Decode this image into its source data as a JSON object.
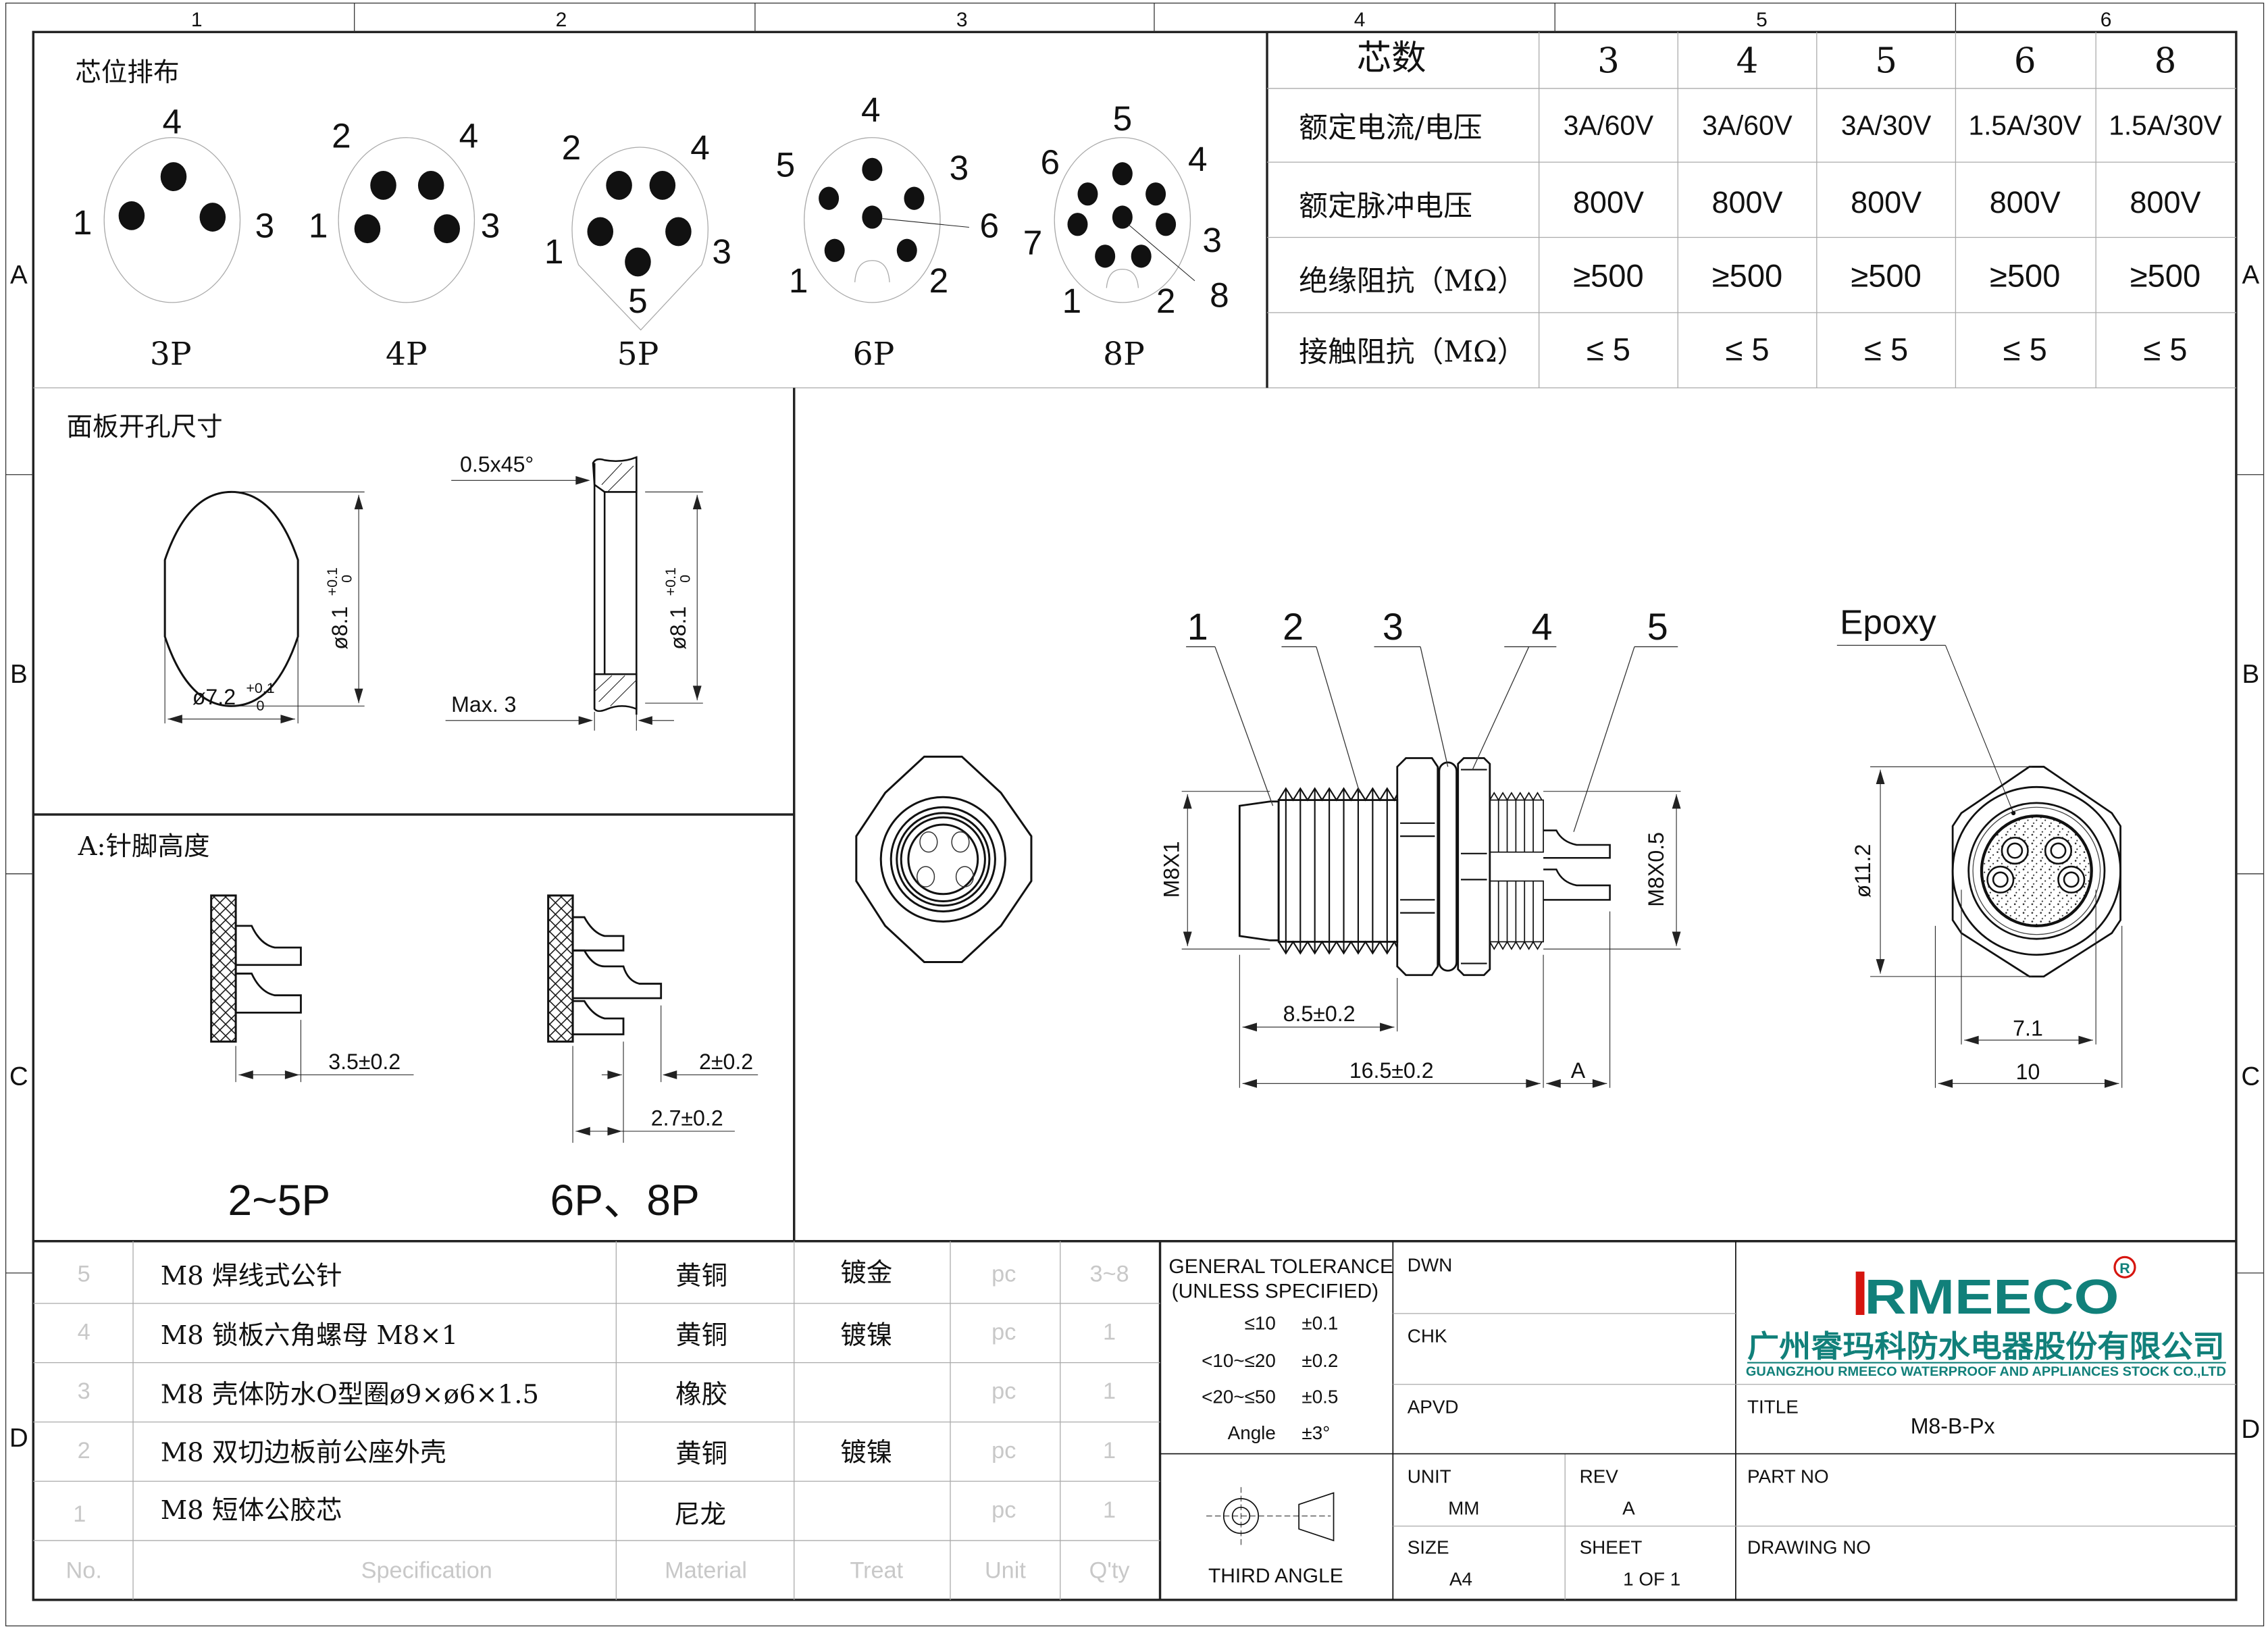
{
  "border": {
    "columns": [
      "1",
      "2",
      "3",
      "4",
      "5",
      "6"
    ],
    "rows": [
      "A",
      "B",
      "C",
      "D"
    ]
  },
  "pinout": {
    "title": "芯位排布",
    "layouts": [
      {
        "label": "3P",
        "pins": [
          "4",
          "1",
          "3"
        ]
      },
      {
        "label": "4P",
        "pins": [
          "2",
          "4",
          "1",
          "3"
        ]
      },
      {
        "label": "5P",
        "pins": [
          "2",
          "4",
          "1",
          "3",
          "5"
        ]
      },
      {
        "label": "6P",
        "pins": [
          "4",
          "5",
          "3",
          "6",
          "1",
          "2"
        ]
      },
      {
        "label": "8P",
        "pins": [
          "5",
          "6",
          "4",
          "7",
          "3",
          "8",
          "1",
          "2"
        ]
      }
    ]
  },
  "spec_table": {
    "header_label": "芯数",
    "columns": [
      "3",
      "4",
      "5",
      "6",
      "8"
    ],
    "rows": [
      {
        "label": "额定电流/电压",
        "values": [
          "3A/60V",
          "3A/60V",
          "3A/30V",
          "1.5A/30V",
          "1.5A/30V"
        ]
      },
      {
        "label": "额定脉冲电压",
        "values": [
          "800V",
          "800V",
          "800V",
          "800V",
          "800V"
        ]
      },
      {
        "label": "绝缘阻抗（MΩ）",
        "values": [
          "≥500",
          "≥500",
          "≥500",
          "≥500",
          "≥500"
        ]
      },
      {
        "label": "接触阻抗（MΩ）",
        "values": [
          "≤ 5",
          "≤ 5",
          "≤ 5",
          "≤ 5",
          "≤ 5"
        ]
      }
    ]
  },
  "panel_cutout": {
    "title": "面板开孔尺寸",
    "dia_height": "ø8.1",
    "dia_height_tol_upper": "+0.1",
    "dia_height_tol_lower": "0",
    "dia_width": "ø7.2",
    "dia_width_tol_upper": "+0.1",
    "dia_width_tol_lower": "0",
    "chamfer": "0.5x45°",
    "max_thickness": "Max. 3"
  },
  "pin_height": {
    "title": "A:针脚高度",
    "left": {
      "dim": "3.5±0.2",
      "label": "2~5P"
    },
    "right": {
      "dim_a": "2±0.2",
      "dim_b": "2.7±0.2",
      "label": "6P、8P"
    }
  },
  "main_view": {
    "callouts": [
      "1",
      "2",
      "3",
      "4",
      "5"
    ],
    "thread_front": "M8X1",
    "thread_rear": "M8X0.5",
    "dim_front": "8.5±0.2",
    "dim_total": "16.5±0.2",
    "dim_a": "A",
    "epoxy_label": "Epoxy",
    "dia_hex": "ø11.2",
    "dim_inner": "7.1",
    "dim_across": "10"
  },
  "bom": {
    "headers": [
      "No.",
      "Specification",
      "Material",
      "Treat",
      "Unit",
      "Q'ty"
    ],
    "rows": [
      {
        "no": "5",
        "spec": "M8 焊线式公针",
        "material": "黄铜",
        "treat": "镀金",
        "unit": "pc",
        "qty": "3~8"
      },
      {
        "no": "4",
        "spec": "M8 锁板六角螺母 M8×1",
        "material": "黄铜",
        "treat": "镀镍",
        "unit": "pc",
        "qty": "1"
      },
      {
        "no": "3",
        "spec": "M8 壳体防水O型圈ø9×ø6×1.5",
        "material": "橡胶",
        "treat": "",
        "unit": "pc",
        "qty": "1"
      },
      {
        "no": "2",
        "spec": "M8 双切边板前公座外壳",
        "material": "黄铜",
        "treat": "镀镍",
        "unit": "pc",
        "qty": "1"
      },
      {
        "no": "1",
        "spec": "M8 短体公胶芯",
        "material": "尼龙",
        "treat": "",
        "unit": "pc",
        "qty": "1"
      }
    ]
  },
  "tolerance": {
    "title_line1": "GENERAL TOLERANCE",
    "title_line2": "(UNLESS SPECIFIED)",
    "rows": [
      {
        "range": "≤10",
        "tol": "±0.1"
      },
      {
        "range": "<10~≤20",
        "tol": "±0.2"
      },
      {
        "range": "<20~≤50",
        "tol": "±0.5"
      },
      {
        "range": "Angle",
        "tol": "±3°"
      }
    ],
    "projection": "THIRD ANGLE"
  },
  "title_block": {
    "dwn_label": "DWN",
    "chk_label": "CHK",
    "apvd_label": "APVD",
    "unit_label": "UNIT",
    "unit_value": "MM",
    "rev_label": "REV",
    "rev_value": "A",
    "size_label": "SIZE",
    "size_value": "A4",
    "sheet_label": "SHEET",
    "sheet_value": "1 OF 1",
    "title_label": "TITLE",
    "title_value": "M8-B-Px",
    "part_no_label": "PART NO",
    "drawing_no_label": "DRAWING NO"
  },
  "logo": {
    "brand": "RMEECO",
    "registered": "R",
    "company_cn": "广州睿玛科防水电器股份有限公司",
    "company_en": "GUANGZHOU RMEECO WATERPROOF AND APPLIANCES STOCK CO.,LTD",
    "brand_color": "#11807a",
    "accent_color": "#d6150f"
  }
}
